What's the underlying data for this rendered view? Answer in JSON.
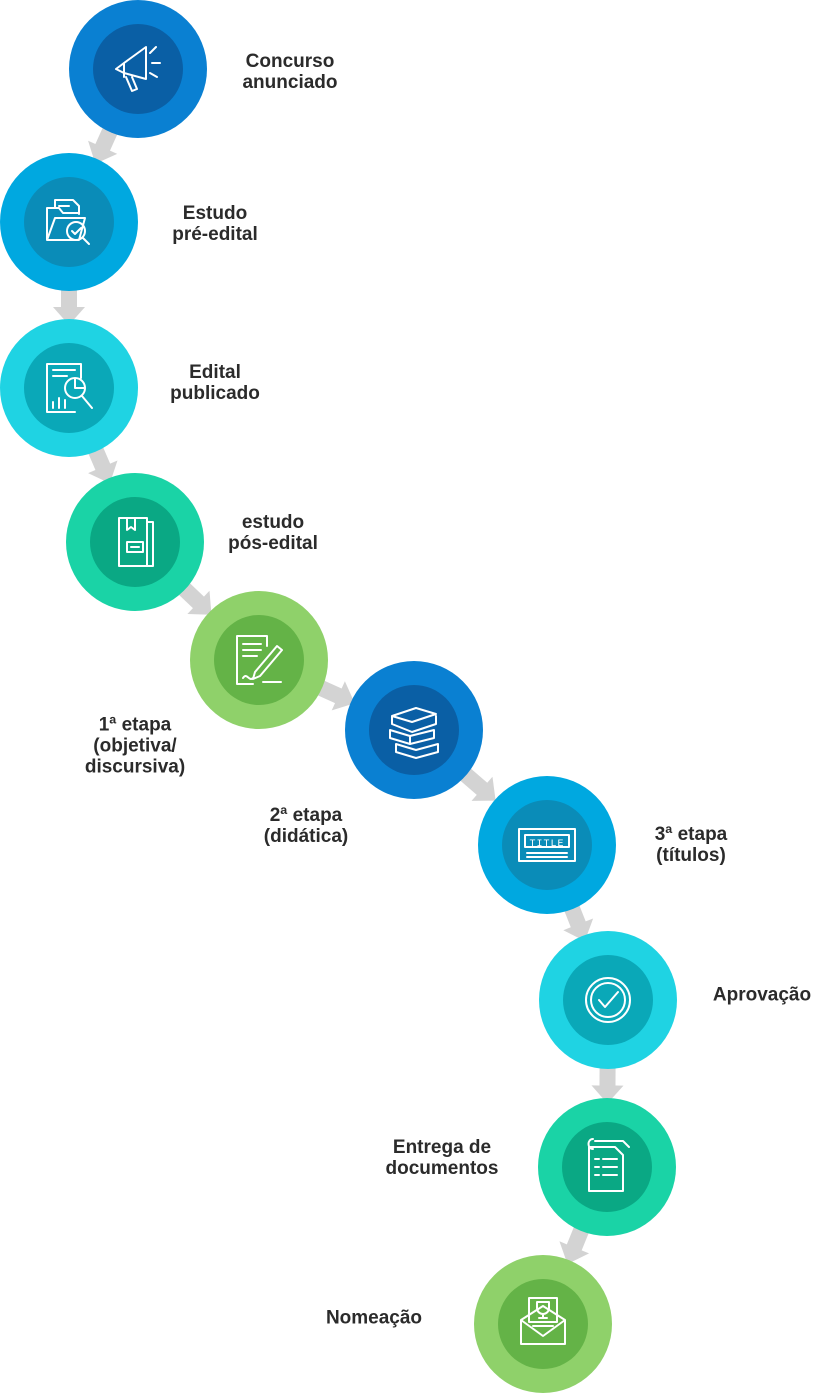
{
  "steps": [
    {
      "label": "Concurso\nanunciado",
      "icon": "megaphone-icon",
      "outer": "#0a80d2",
      "inner": "#0a5fa5"
    },
    {
      "label": "Estudo\npré-edital",
      "icon": "folder-search-icon",
      "outer": "#00a8e0",
      "inner": "#0a8cb8"
    },
    {
      "label": "Edital\npublicado",
      "icon": "report-search-icon",
      "outer": "#1fd3e3",
      "inner": "#0aa8b8"
    },
    {
      "label": "estudo\npós-edital",
      "icon": "notebook-icon",
      "outer": "#1ad3a6",
      "inner": "#0aa884"
    },
    {
      "label": "1ª etapa\n(objetiva/\ndiscursiva)",
      "icon": "document-pen-icon",
      "outer": "#8fd16a",
      "inner": "#64b347"
    },
    {
      "label": "2ª etapa\n(didática)",
      "icon": "books-icon",
      "outer": "#0a80d2",
      "inner": "#0a5fa5"
    },
    {
      "label": "3ª etapa\n(títulos)",
      "icon": "title-certificate-icon",
      "outer": "#00a8e0",
      "inner": "#0a8cb8"
    },
    {
      "label": "Aprovação",
      "icon": "check-circle-icon",
      "outer": "#1fd3e3",
      "inner": "#0aa8b8"
    },
    {
      "label": "Entrega de\ndocumentos",
      "icon": "documents-icon",
      "outer": "#1ad3a6",
      "inner": "#0aa884"
    },
    {
      "label": "Nomeação",
      "icon": "trophy-envelope-icon",
      "outer": "#8fd16a",
      "inner": "#64b347"
    }
  ],
  "arrow_color": "#d3d3d3"
}
